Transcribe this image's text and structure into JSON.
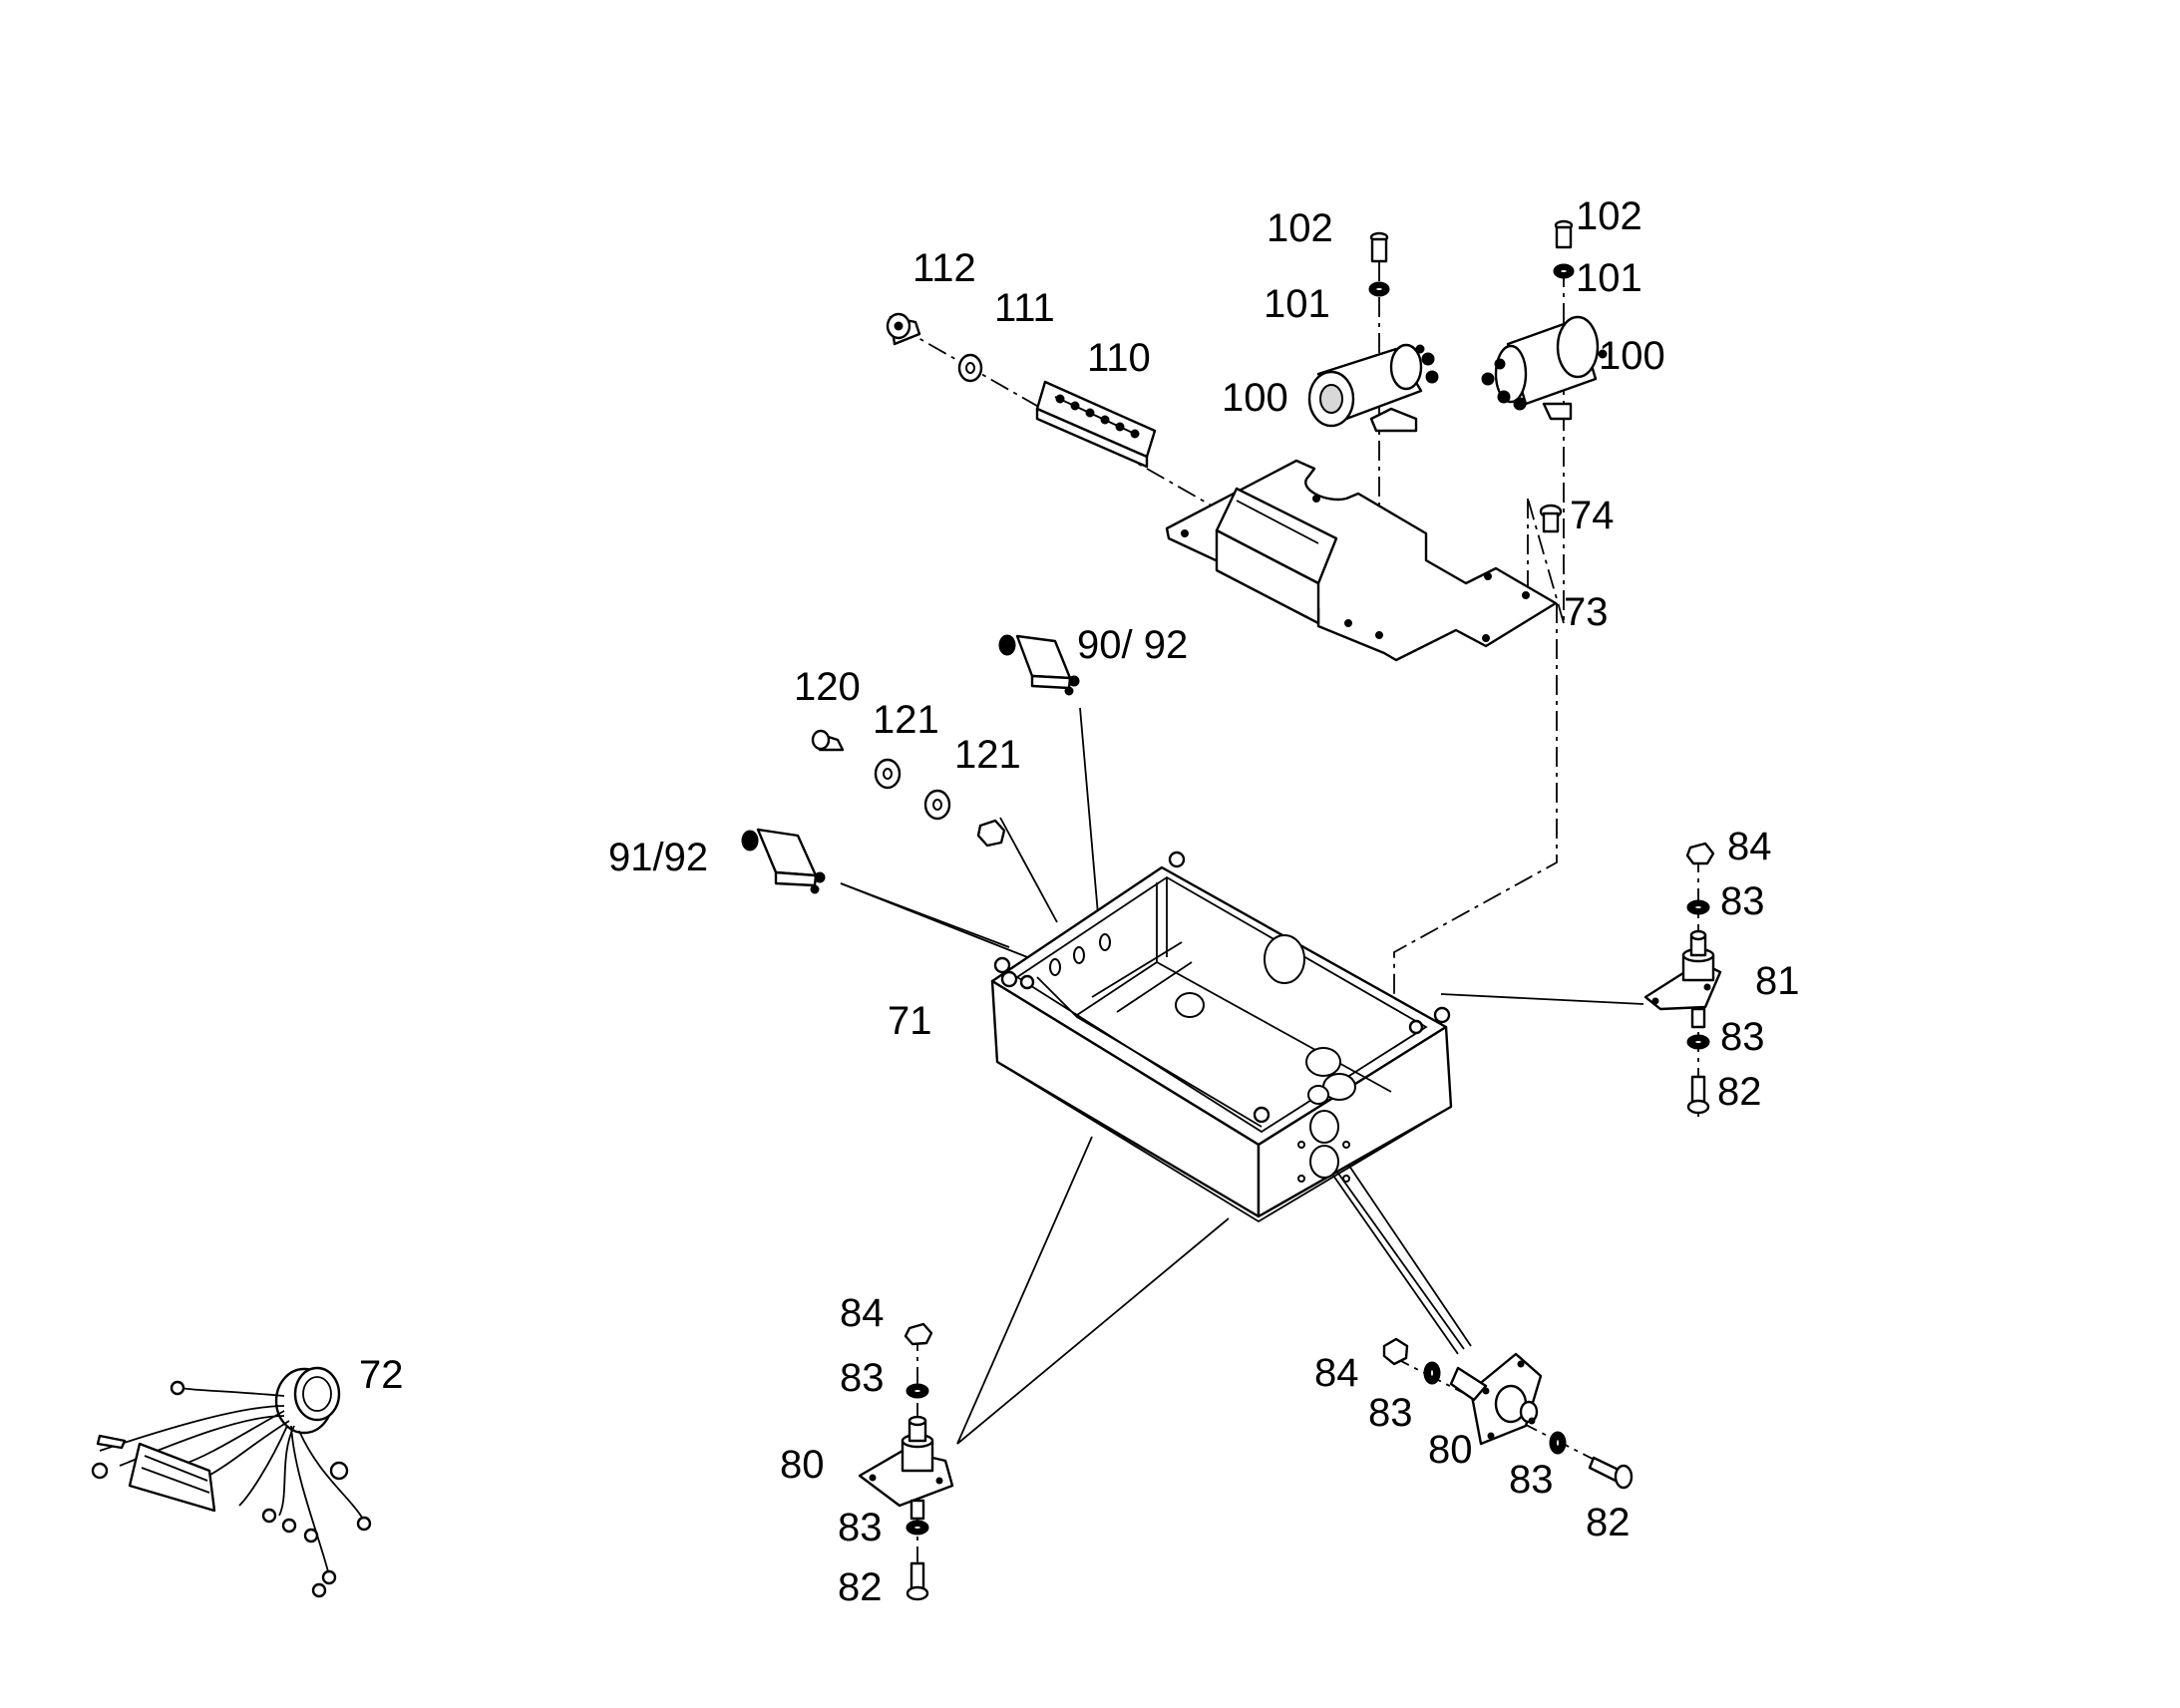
{
  "diagram": {
    "labels": {
      "l_102a": "102",
      "l_102b": "102",
      "l_101a": "101",
      "l_101b": "101",
      "l_100a": "100",
      "l_100b": "100",
      "l_112": "112",
      "l_111": "111",
      "l_110": "110",
      "l_74": "74",
      "l_73": "73",
      "l_9092": "90/ 92",
      "l_120": "120",
      "l_121a": "121",
      "l_121b": "121",
      "l_9192": "91/92",
      "l_71": "71",
      "l_84r": "84",
      "l_83r1": "83",
      "l_81": "81",
      "l_83r2": "83",
      "l_82r": "82",
      "l_72": "72",
      "l_84l": "84",
      "l_83l1": "83",
      "l_80l": "80",
      "l_83l2": "83",
      "l_82l": "82",
      "l_84m": "84",
      "l_83m1": "83",
      "l_80m": "80",
      "l_83m2": "83",
      "l_82m": "82"
    }
  }
}
